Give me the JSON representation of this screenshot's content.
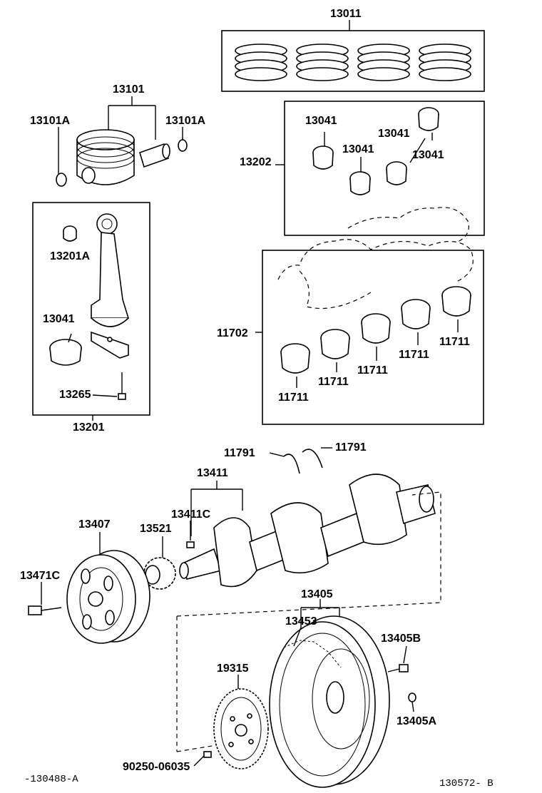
{
  "labels": {
    "l13011": "13011",
    "l13101": "13101",
    "l13101A_left": "13101A",
    "l13101A_right": "13101A",
    "l13201A": "13201A",
    "l13041_rod": "13041",
    "l13265": "13265",
    "l13201": "13201",
    "l13041_a": "13041",
    "l13041_b": "13041",
    "l13041_c": "13041",
    "l13041_d": "13041",
    "l13202": "13202",
    "l11702": "11702",
    "l11711_a": "11711",
    "l11711_b": "11711",
    "l11711_c": "11711",
    "l11711_d": "11711",
    "l11711_e": "11711",
    "l11791_a": "11791",
    "l11791_b": "11791",
    "l13411": "13411",
    "l13411C": "13411C",
    "l13407": "13407",
    "l13521": "13521",
    "l13471C": "13471C",
    "l13405": "13405",
    "l13453": "13453",
    "l13405B": "13405B",
    "l19315": "19315",
    "l13405A": "13405A",
    "l90250": "90250-06035"
  },
  "footer": {
    "left_ref": "-130488-A",
    "right_ref": "130572- B"
  }
}
